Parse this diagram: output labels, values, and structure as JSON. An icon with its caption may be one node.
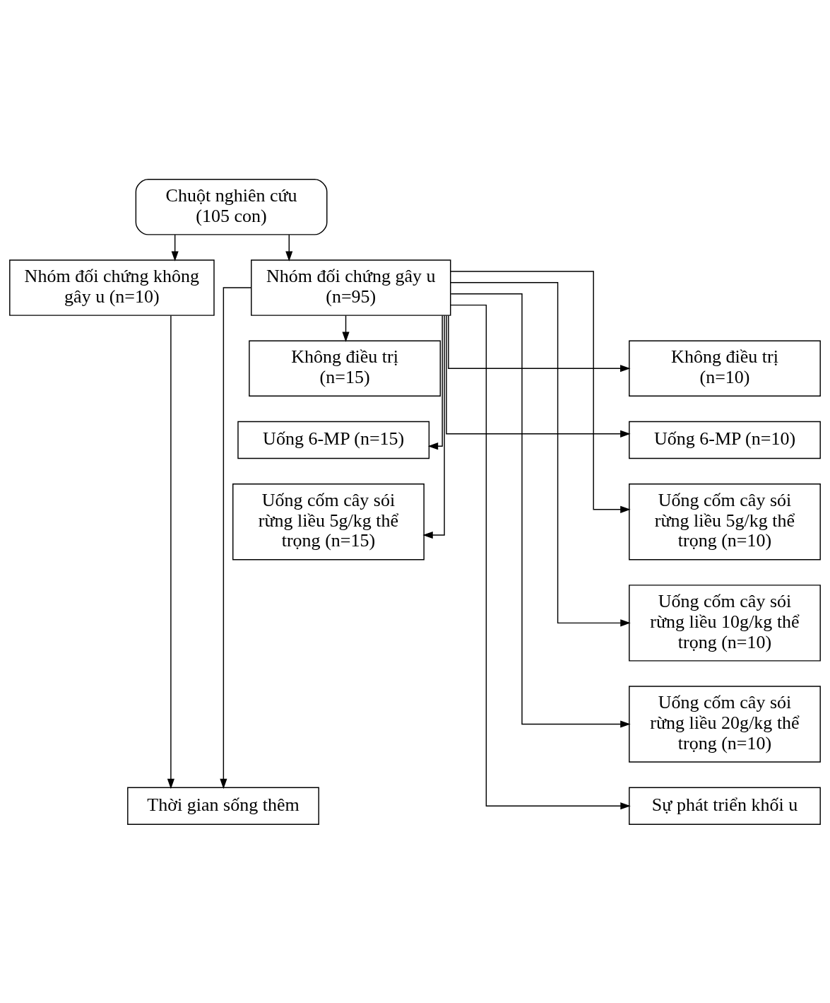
{
  "diagram": {
    "nodes": [
      {
        "text": [
          "Chuột nghiên cứu (105 con)"
        ]
      },
      {
        "text": [
          "Nhóm đối chứng không gây u (n=10)"
        ]
      },
      {
        "text": [
          "Nhóm đối chứng gây u (n=95)"
        ]
      },
      {
        "text": [
          "Không điều trị (n=15)"
        ]
      },
      {
        "text": [
          "Uống 6-MP (n=15)"
        ]
      },
      {
        "text": [
          "Uống cốm cây sói rừng liều 5g/kg thể trọng (n=15)"
        ]
      },
      {
        "text": [
          "Không điều trị (n=10)"
        ]
      },
      {
        "text": [
          "Uống 6-MP (n=10)"
        ]
      },
      {
        "text": [
          "Uống cốm cây sói rừng liều 5g/kg thể trọng (n=10)"
        ]
      },
      {
        "text": [
          "Uống cốm cây sói rừng liều 10g/kg thể trọng (n=10)"
        ]
      },
      {
        "text": [
          "Uống cốm cây sói rừng liều 20g/kg thể trọng (n=10)"
        ]
      },
      {
        "text": [
          "Thời gian sống thêm"
        ]
      },
      {
        "text": [
          "Sự phát triển khối u"
        ]
      }
    ],
    "edges": [
      {
        "from": 0,
        "to": 1,
        "arrow": "to"
      },
      {
        "from": 0,
        "to": 2,
        "arrow": "to"
      },
      {
        "from": 2,
        "to": 3,
        "arrow": "to"
      },
      {
        "from": 2,
        "to": 4,
        "arrow": "to"
      },
      {
        "from": 2,
        "to": 5,
        "arrow": "to"
      },
      {
        "from": 2,
        "to": 6,
        "arrow": "to"
      },
      {
        "from": 2,
        "to": 7,
        "arrow": "to"
      },
      {
        "from": 2,
        "to": 8,
        "arrow": "to"
      },
      {
        "from": 2,
        "to": 9,
        "arrow": "to"
      },
      {
        "from": 2,
        "to": 10,
        "arrow": "to"
      },
      {
        "from": 1,
        "to": 11,
        "arrow": "to"
      },
      {
        "from": 2,
        "to": 11,
        "arrow": "to"
      },
      {
        "from": 2,
        "to": 12,
        "arrow": "to"
      }
    ]
  }
}
